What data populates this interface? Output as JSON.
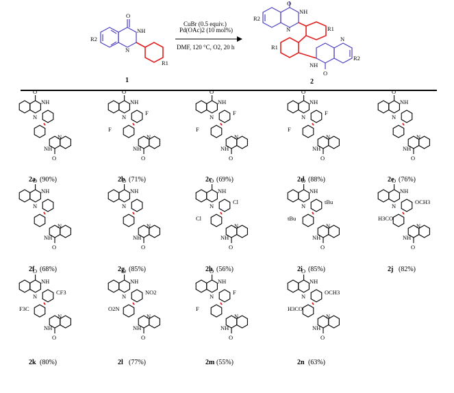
{
  "scheme": {
    "conditions": {
      "line1": "Pd(OAc)2 (10 mol%)",
      "line2": "CuBr (0.5 equiv.)",
      "line3": "DMF, 120 °C, O2, 20 h"
    },
    "reactant": {
      "label": "1",
      "r1": "R1",
      "r2": "R2",
      "nh": "NH",
      "n": "N",
      "o": "O"
    },
    "product": {
      "label": "2",
      "r1": "R1",
      "r2": "R2",
      "nh": "NH",
      "n": "N",
      "o": "O"
    }
  },
  "products": [
    {
      "id": "2a",
      "yield": "(90%)",
      "sub": []
    },
    {
      "id": "2b",
      "yield": "(71%)",
      "sub": [
        "F",
        "F"
      ]
    },
    {
      "id": "2c",
      "yield": "(69%)",
      "sub": [
        "F",
        "F"
      ]
    },
    {
      "id": "2d",
      "yield": "(88%)",
      "sub": [
        "F",
        "F"
      ]
    },
    {
      "id": "2e",
      "yield": "(76%)",
      "sub": []
    },
    {
      "id": "2f",
      "yield": "(68%)",
      "sub": []
    },
    {
      "id": "2g",
      "yield": "(85%)",
      "sub": []
    },
    {
      "id": "2h",
      "yield": "(56%)",
      "sub": [
        "Cl",
        "Cl"
      ]
    },
    {
      "id": "2i",
      "yield": "(85%)",
      "sub": [
        "tBu",
        "tBu"
      ]
    },
    {
      "id": "2j",
      "yield": "(82%)",
      "sub": [
        "H3CO",
        "OCH3"
      ]
    },
    {
      "id": "2k",
      "yield": "(80%)",
      "sub": [
        "F3C",
        "CF3"
      ]
    },
    {
      "id": "2l",
      "yield": "(77%)",
      "sub": [
        "O2N",
        "NO2"
      ]
    },
    {
      "id": "2m",
      "yield": "(55%)",
      "sub": [
        "F",
        "F"
      ]
    },
    {
      "id": "2n",
      "yield": "(63%)",
      "sub": [
        "H3CO",
        "OCH3"
      ]
    }
  ]
}
